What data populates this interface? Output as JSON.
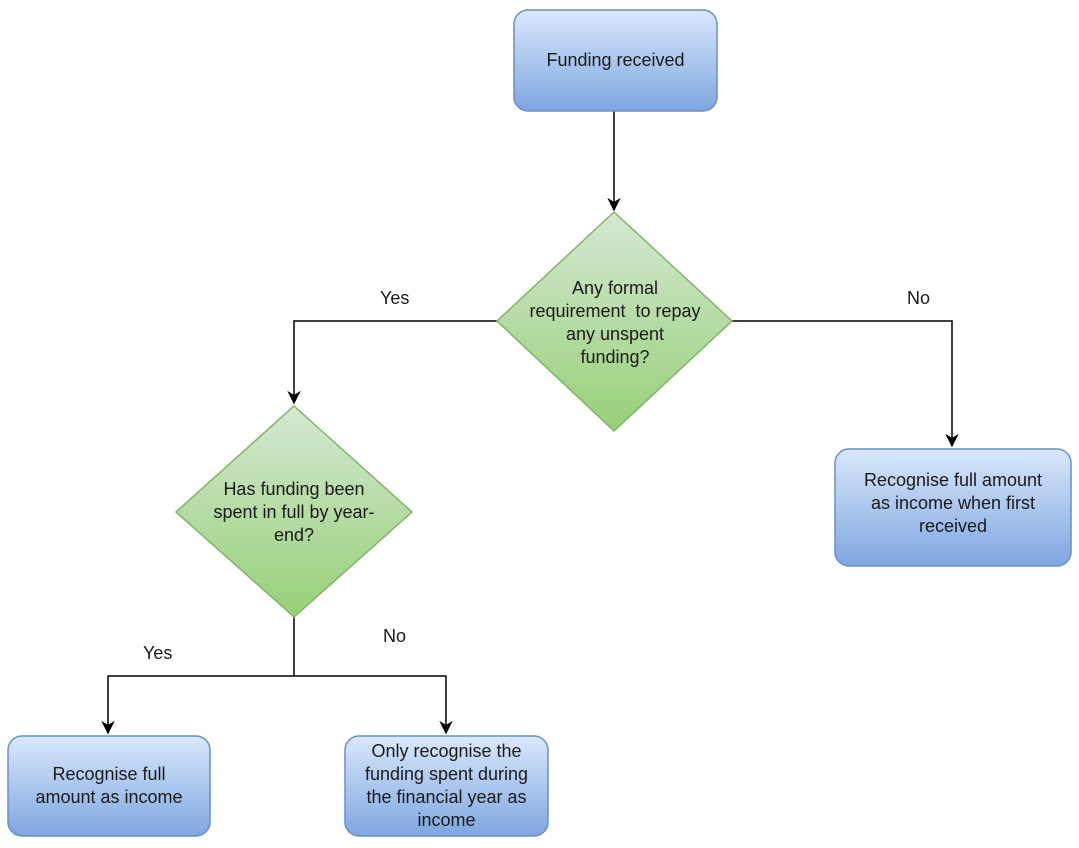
{
  "colors": {
    "process_fill_top": "#dae8fc",
    "process_fill_bottom": "#7ea6e0",
    "process_stroke": "#6c8ebf",
    "decision_fill_top": "#d5e8d4",
    "decision_fill_bottom": "#97d077",
    "decision_stroke": "#82b366",
    "edge": "#000000"
  },
  "nodes": {
    "start": {
      "label": "Funding received"
    },
    "decision_repay": {
      "lines": [
        "Any formal",
        "requirement  to repay",
        "any unspent",
        "funding?"
      ]
    },
    "recognise_first": {
      "lines": [
        "Recognise full amount",
        "as income when first",
        "received"
      ]
    },
    "decision_spent": {
      "lines": [
        "Has funding been",
        "spent in full by year-",
        "end?"
      ]
    },
    "recognise_full": {
      "lines": [
        "Recognise full",
        "amount as income"
      ]
    },
    "recognise_spent": {
      "lines": [
        "Only recognise the",
        "funding spent during",
        "the financial year as",
        "income"
      ]
    }
  },
  "edges": {
    "repay_yes": "Yes",
    "repay_no": "No",
    "spent_yes": "Yes",
    "spent_no": "No"
  }
}
